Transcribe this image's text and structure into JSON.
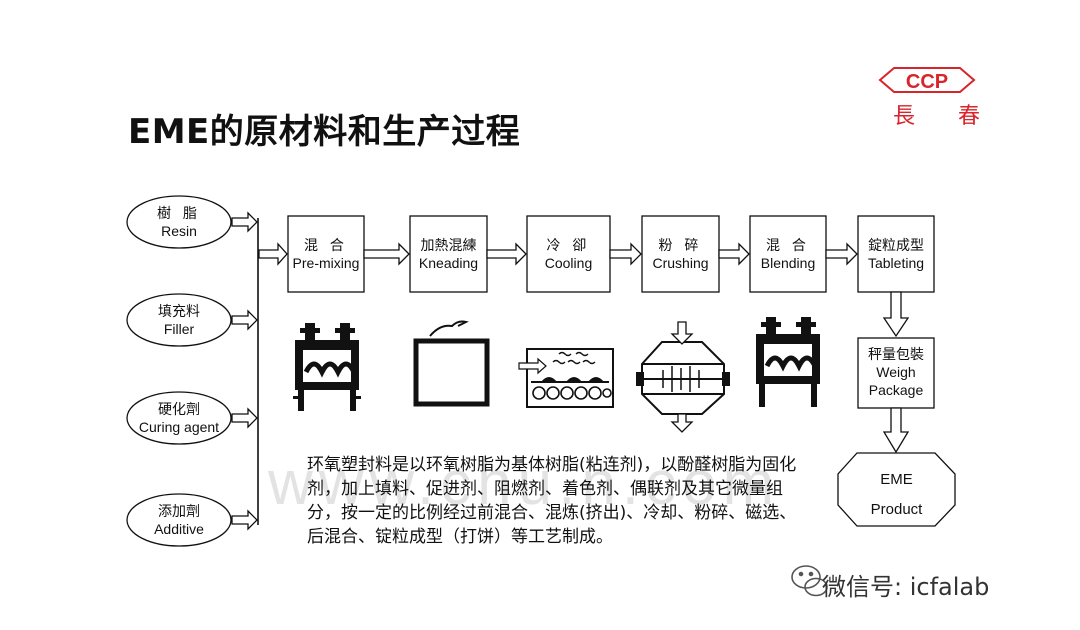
{
  "title": "EME的原材料和生产过程",
  "logo": {
    "text": "CCP",
    "cn": "長 春",
    "color": "#d8242a"
  },
  "inputs": [
    {
      "cn": "樹 脂",
      "en": "Resin"
    },
    {
      "cn": "填充料",
      "en": "Filler"
    },
    {
      "cn": "硬化劑",
      "en": "Curing agent"
    },
    {
      "cn": "添加劑",
      "en": "Additive"
    }
  ],
  "steps": [
    {
      "cn": "混 合",
      "en": "Pre-mixing"
    },
    {
      "cn": "加熱混練",
      "en": "Kneading"
    },
    {
      "cn": "冷 卻",
      "en": "Cooling"
    },
    {
      "cn": "粉 碎",
      "en": "Crushing"
    },
    {
      "cn": "混 合",
      "en": "Blending"
    },
    {
      "cn": "錠粒成型",
      "en": "Tableting"
    }
  ],
  "weigh": {
    "cn": "秤量包裝",
    "en1": "Weigh",
    "en2": "Package"
  },
  "product": {
    "en1": "EME",
    "en2": "Product"
  },
  "description": "环氧塑封料是以环氧树脂为基体树脂(粘连剂)，以酚醛树脂为固化剂，加上填料、促进剂、阻燃剂、着色剂、偶联剂及其它微量组分，按一定的比例经过前混合、混炼(挤出)、冷却、粉碎、磁选、后混合、锭粒成型（打饼）等工艺制成。",
  "watermark": "www.chu.n.com",
  "wechat": "微信号: icfalab"
}
